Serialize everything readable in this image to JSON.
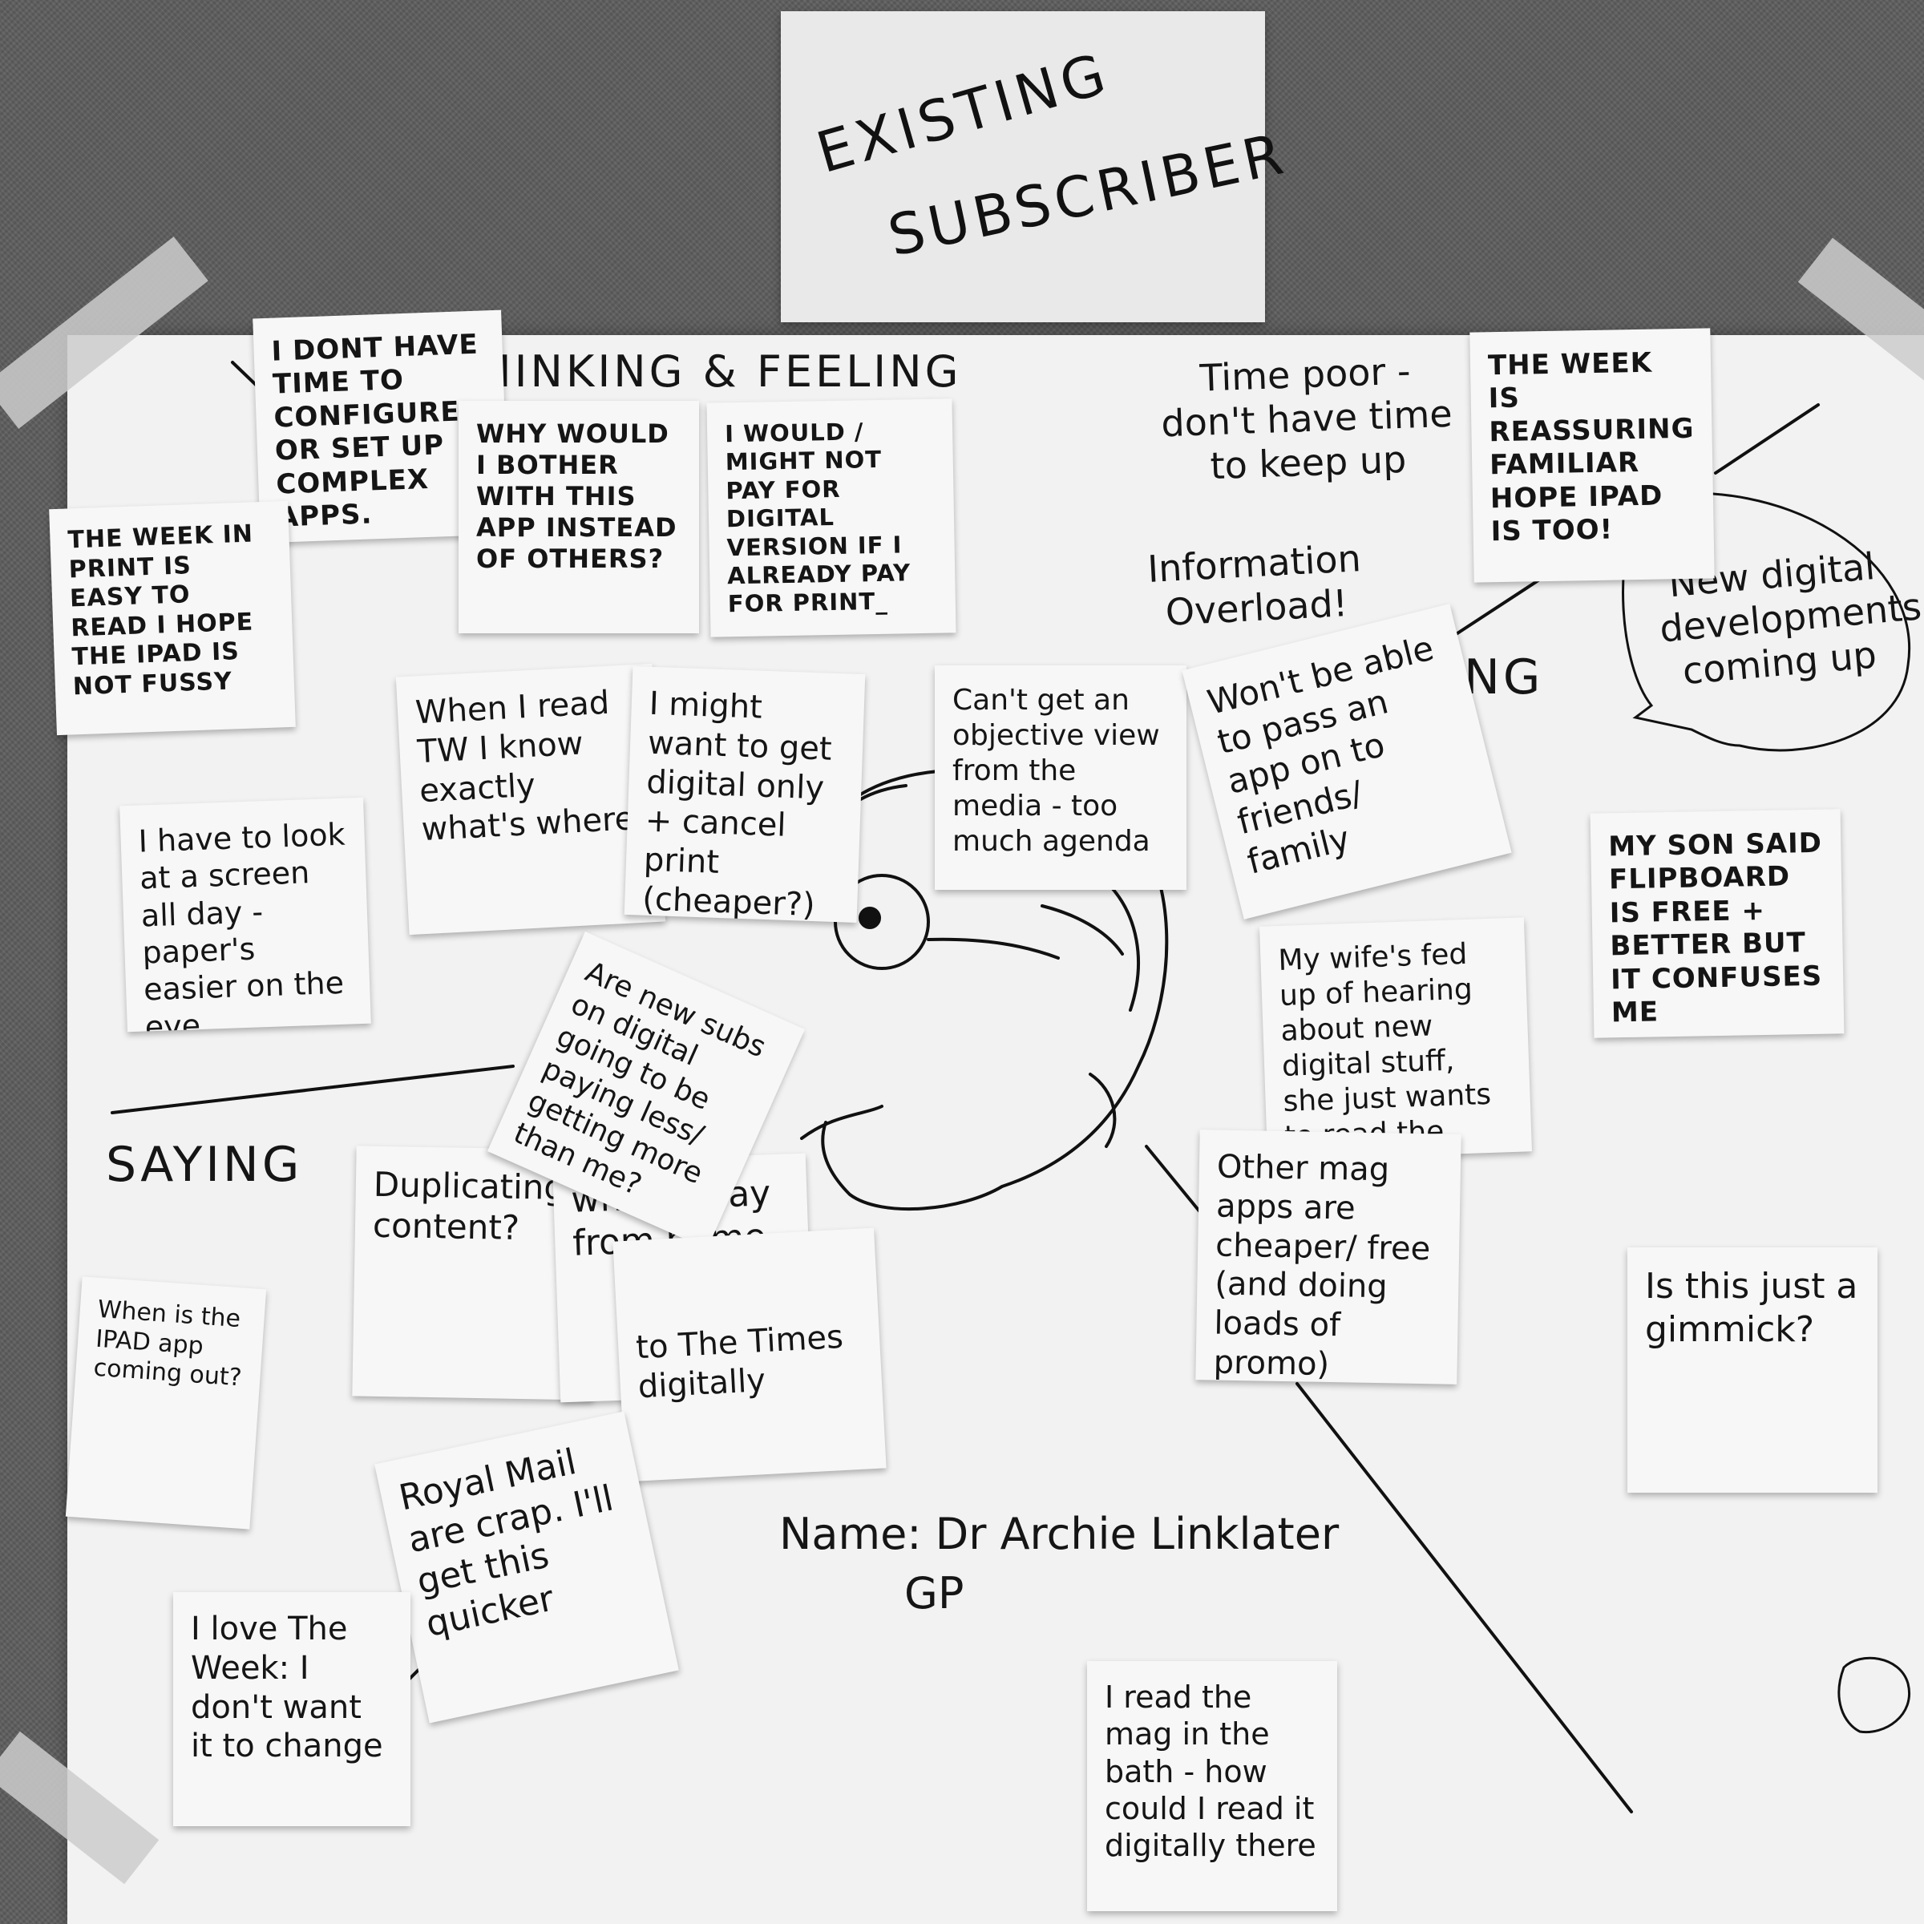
{
  "board": {
    "title_line1": "EXISTING",
    "title_line2": "SUBSCRIBER",
    "quadrant_thinking": "THINKING & FEELING",
    "quadrant_saying": "SAYING",
    "quadrant_doing_partial": "NG",
    "persona_name": "Name: Dr Archie Linklater",
    "persona_role": "GP"
  },
  "free_text": {
    "time_poor": "Time poor - don't have time to keep up",
    "info_overload": "Information Overload!",
    "speech_bubble": "New digital developments coming up"
  },
  "notes": {
    "dont_have_time": "I DONT HAVE TIME TO CONFIGURE OR SET UP COMPLEX APPS.",
    "why_would": "WHY WOULD I BOTHER WITH THIS APP instead OF OTHERS?",
    "would_not_pay": "I WOULD / MIGHT NOT PAY FOR DIGITAL VERSION IF I ALREADY PAY FOR PRINT_",
    "week_reassuring": "THE WEEK IS REASSURING FAMILIAR hope iPad is too!",
    "week_in_print": "THE WEEK IN PRINT IS EASY TO READ I HOPE THE IPAD IS NOT FUSSY",
    "when_i_read": "When I read TW I know exactly what's where",
    "might_want_digital": "I might want to get digital only + cancel print (cheaper?)",
    "objective_view": "Can't get an objective view from the media - too much agenda",
    "wont_pass": "Won't be able to pass an app on to friends/ family",
    "look_at_screen": "I have to look at a screen all day - paper's easier on the eye",
    "my_son": "MY SON SAID FLIPBOARD IS FREE + BETTER but it confuses me",
    "new_subs": "Are new subs on digital going to be paying less/ getting more than me?",
    "wife_fed_up": "My wife's fed up of hearing about new digital stuff, she just wants to read the mag",
    "duplicating": "Duplicating content?",
    "away_from_home": "when away from home",
    "other_mag_apps": "Other mag apps are cheaper/ free (and doing loads of promo)",
    "is_this_gimmick": "Is this just a gimmick?",
    "when_ipad_app": "When is the IPAD app coming out?",
    "the_times": "to The Times digitally",
    "royal_mail": "Royal Mail are crap. I'll get this quicker",
    "love_the_week": "I love The Week: I don't want it to change",
    "read_in_bath": "I read the mag in the bath - how could I read it digitally there"
  }
}
